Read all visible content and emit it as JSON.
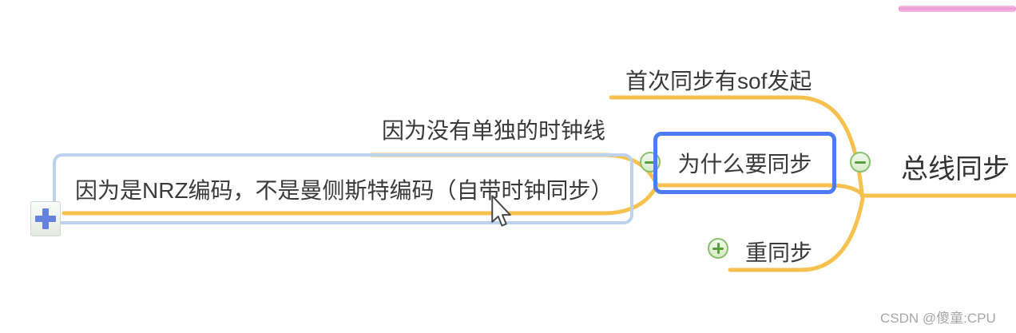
{
  "app": {
    "type": "mindmap-canvas"
  },
  "colors": {
    "branch_line": "#f6c14e",
    "selection_border": "#4c7cf3",
    "hover_border": "#bdd2ef",
    "topic_text": "#3a3a3a",
    "collapse_fill": "#ddeecf",
    "collapse_border": "#8abf6d",
    "collapse_sign": "#55a03c",
    "add_button_plus": "#6583dc",
    "pink_bar": "#ec9ad3",
    "watermark": "#a6a6a6"
  },
  "mindmap": {
    "root": {
      "label": "总线同步",
      "collapse_state": "expanded"
    },
    "nodes": {
      "why_sync": {
        "label": "为什么要同步",
        "selected": true,
        "collapse_state": "expanded"
      },
      "first_sync": {
        "label": "首次同步有sof发起"
      },
      "resync": {
        "label": "重同步",
        "collapse_state": "collapsed"
      },
      "no_clock_line": {
        "label": "因为没有单独的时钟线"
      },
      "nrz": {
        "label": "因为是NRZ编码，不是曼侧斯特编码（自带时钟同步）",
        "hovered": true
      }
    },
    "icons": {
      "collapse": "minus-icon",
      "expand": "plus-icon",
      "add_topic": "plus-icon",
      "pointer": "arrow-cursor-icon"
    }
  },
  "watermark": {
    "text": "CSDN @傻童:CPU"
  }
}
